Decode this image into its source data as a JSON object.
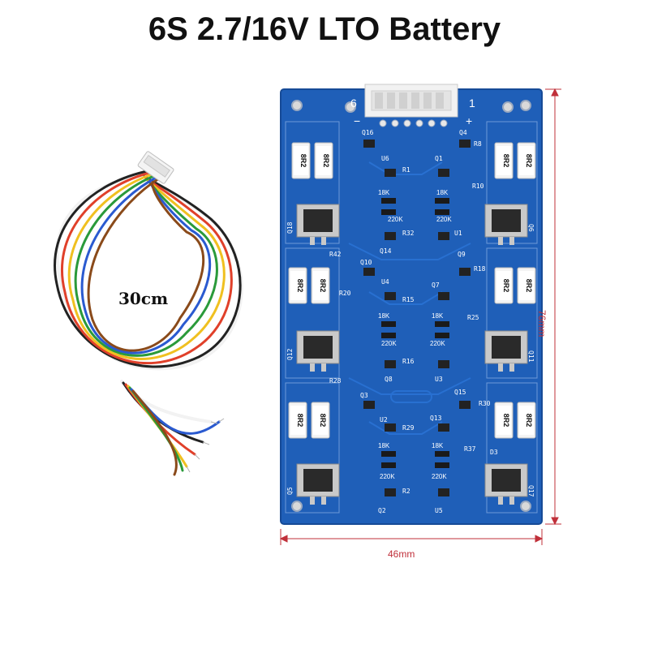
{
  "title": "6S 2.7/16V LTO Battery",
  "cable": {
    "length_label": "30cm"
  },
  "board": {
    "width_label": "46mm",
    "height_label": "76mm",
    "connector_left_mark": "6",
    "connector_right_mark": "1",
    "minus_mark": "−",
    "plus_mark": "+",
    "resistor_marking": "8R2",
    "value_18k": "18K",
    "value_220k": "220K",
    "designators": {
      "q16": "Q16",
      "q4": "Q4",
      "u6": "U6",
      "q1": "Q1",
      "r1": "R1",
      "q18": "Q18",
      "q6": "Q6",
      "r32": "R32",
      "u1": "U1",
      "q14": "Q14",
      "r42": "R42",
      "q10": "Q10",
      "q9": "Q9",
      "r18": "R18",
      "u4": "U4",
      "q7": "Q7",
      "r20": "R20",
      "r15": "R15",
      "r25": "R25",
      "q12": "Q12",
      "q11": "Q11",
      "r16": "R16",
      "q8": "Q8",
      "u3": "U3",
      "r28": "R28",
      "q3": "Q3",
      "q15": "Q15",
      "r30": "R30",
      "u2": "U2",
      "q13": "Q13",
      "r29": "R29",
      "r37": "R37",
      "q5": "Q5",
      "q17": "Q17",
      "r2": "R2",
      "q2": "Q2",
      "u5": "U5",
      "d3": "D3",
      "r10": "R10",
      "r8": "R8"
    }
  },
  "colors": {
    "pcb_blue": "#1f5fb8",
    "pcb_dark": "#17489a",
    "dimension_red": "#c0303a",
    "connector": "#f2f2f2"
  }
}
